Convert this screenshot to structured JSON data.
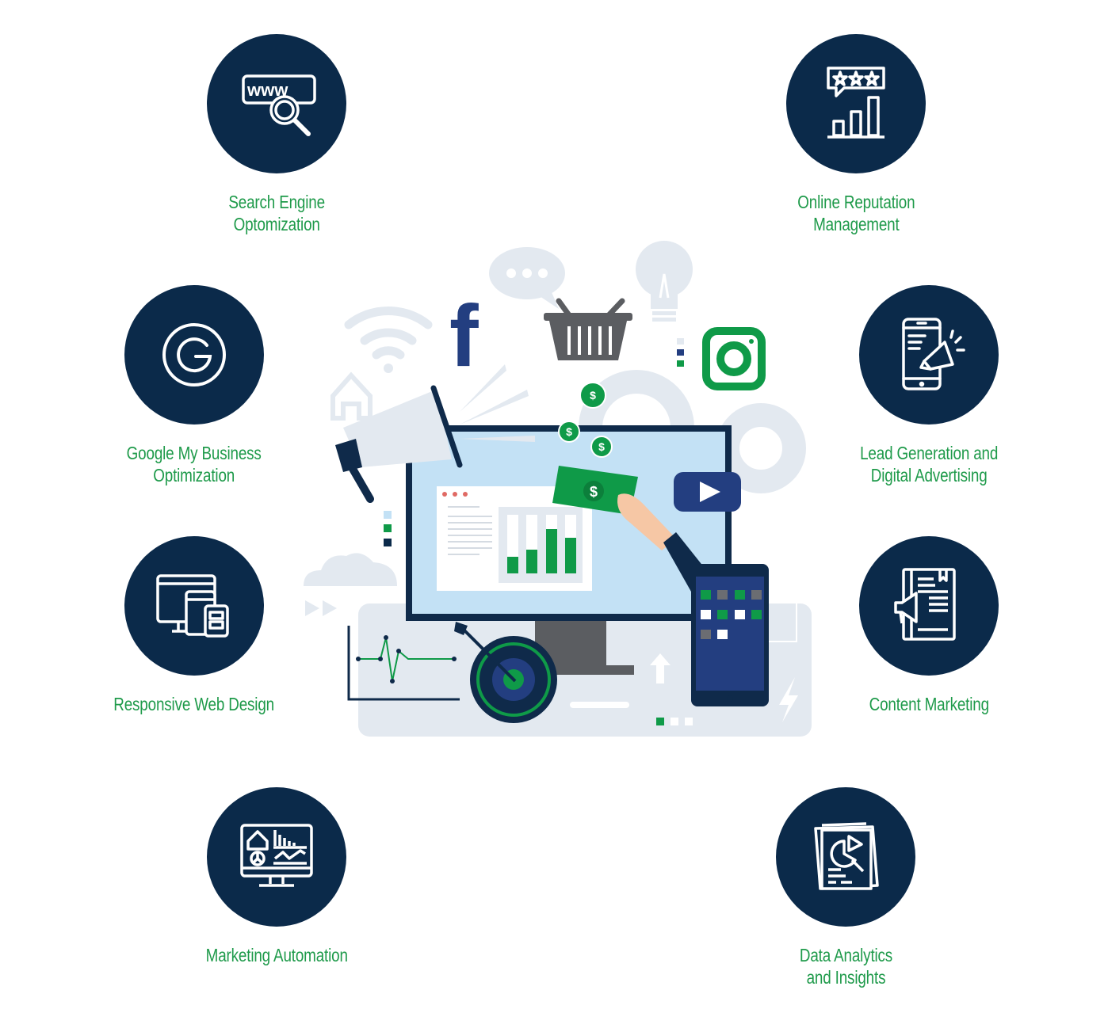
{
  "colors": {
    "circle_bg": "#0b2a4a",
    "label_green": "#1e9a4a",
    "accent_green": "#0f9a48",
    "navy": "#1b3a6f",
    "light_gray": "#e3e9f0",
    "screen_blue": "#c3e1f5"
  },
  "services": [
    {
      "id": "seo",
      "icon": "www-search-icon",
      "line1": "Search Engine",
      "line2": "Optomization"
    },
    {
      "id": "orm",
      "icon": "star-rating-bar-chart-icon",
      "line1": "Online Reputation",
      "line2": "Management"
    },
    {
      "id": "gmb",
      "icon": "google-g-icon",
      "line1": "Google My Business",
      "line2": "Optimization"
    },
    {
      "id": "lead",
      "icon": "phone-megaphone-icon",
      "line1": "Lead Generation and",
      "line2": "Digital Advertising"
    },
    {
      "id": "rwd",
      "icon": "responsive-devices-icon",
      "line1": "Responsive Web Design",
      "line2": ""
    },
    {
      "id": "content",
      "icon": "document-megaphone-icon",
      "line1": "Content Marketing",
      "line2": ""
    },
    {
      "id": "automation",
      "icon": "dashboard-monitor-icon",
      "line1": "Marketing Automation",
      "line2": ""
    },
    {
      "id": "analytics",
      "icon": "report-pie-chart-icon",
      "line1": "Data Analytics",
      "line2": "and Insights"
    }
  ],
  "illustration": {
    "elements": [
      "chat-bubble",
      "facebook-logo",
      "shopping-basket",
      "lightbulb",
      "instagram-logo",
      "wifi",
      "house",
      "megaphone",
      "dollar-coins",
      "monitor",
      "bar-chart-window",
      "dollar-bill-hand",
      "youtube-play",
      "smartphone",
      "target-arrow",
      "line-graph",
      "gears",
      "cloud",
      "wrench",
      "arrow-up",
      "lightning"
    ],
    "coin_symbol": "$",
    "bill_symbol": "$"
  }
}
